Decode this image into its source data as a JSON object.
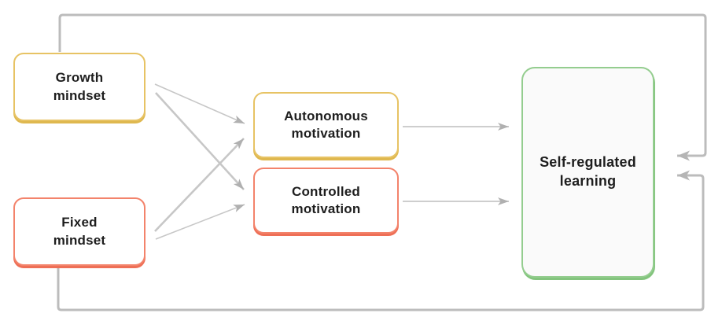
{
  "diagram": {
    "nodes": [
      {
        "id": "growth-mindset",
        "label": "Growth\nmindset",
        "accent": "#e7c364"
      },
      {
        "id": "fixed-mindset",
        "label": "Fixed\nmindset",
        "accent": "#f3836b"
      },
      {
        "id": "autonomous-motivation",
        "label": "Autonomous\nmotivation",
        "accent": "#e7c364"
      },
      {
        "id": "controlled-motivation",
        "label": "Controlled\nmotivation",
        "accent": "#f3836b"
      },
      {
        "id": "self-regulated-learning",
        "label": "Self-regulated\nlearning",
        "accent": "#94cd8f"
      }
    ],
    "edges": [
      {
        "from": "Growth mindset",
        "to": "Autonomous motivation",
        "style": "thin-straight-arrow"
      },
      {
        "from": "Growth mindset",
        "to": "Controlled motivation",
        "style": "thick-straight-arrow"
      },
      {
        "from": "Fixed mindset",
        "to": "Autonomous motivation",
        "style": "thick-straight-arrow"
      },
      {
        "from": "Fixed mindset",
        "to": "Controlled motivation",
        "style": "thin-straight-arrow"
      },
      {
        "from": "Autonomous motivation",
        "to": "Self-regulated learning",
        "style": "thin-straight-arrow"
      },
      {
        "from": "Controlled motivation",
        "to": "Self-regulated learning",
        "style": "thin-straight-arrow"
      },
      {
        "from": "Growth mindset",
        "to": "Self-regulated learning",
        "style": "orthogonal-loop-over-top"
      },
      {
        "from": "Fixed mindset",
        "to": "Self-regulated learning",
        "style": "orthogonal-loop-under-bottom"
      }
    ],
    "colors": {
      "gold_border": "#e7c364",
      "gold_shadow": "#dfb84f",
      "salmon_border": "#f3836b",
      "salmon_shadow": "#ee6f56",
      "green_border": "#94cd8f",
      "green_shadow": "#83c47d",
      "connector_gray": "#c7c7c7",
      "loop_gray": "#bcbcbc",
      "arrowhead_gray": "#b0b0b0",
      "text_color": "#1e1e1e",
      "node_fill": "#ffffff",
      "srl_node_fill": "#fafafa",
      "background": "#ffffff"
    }
  }
}
